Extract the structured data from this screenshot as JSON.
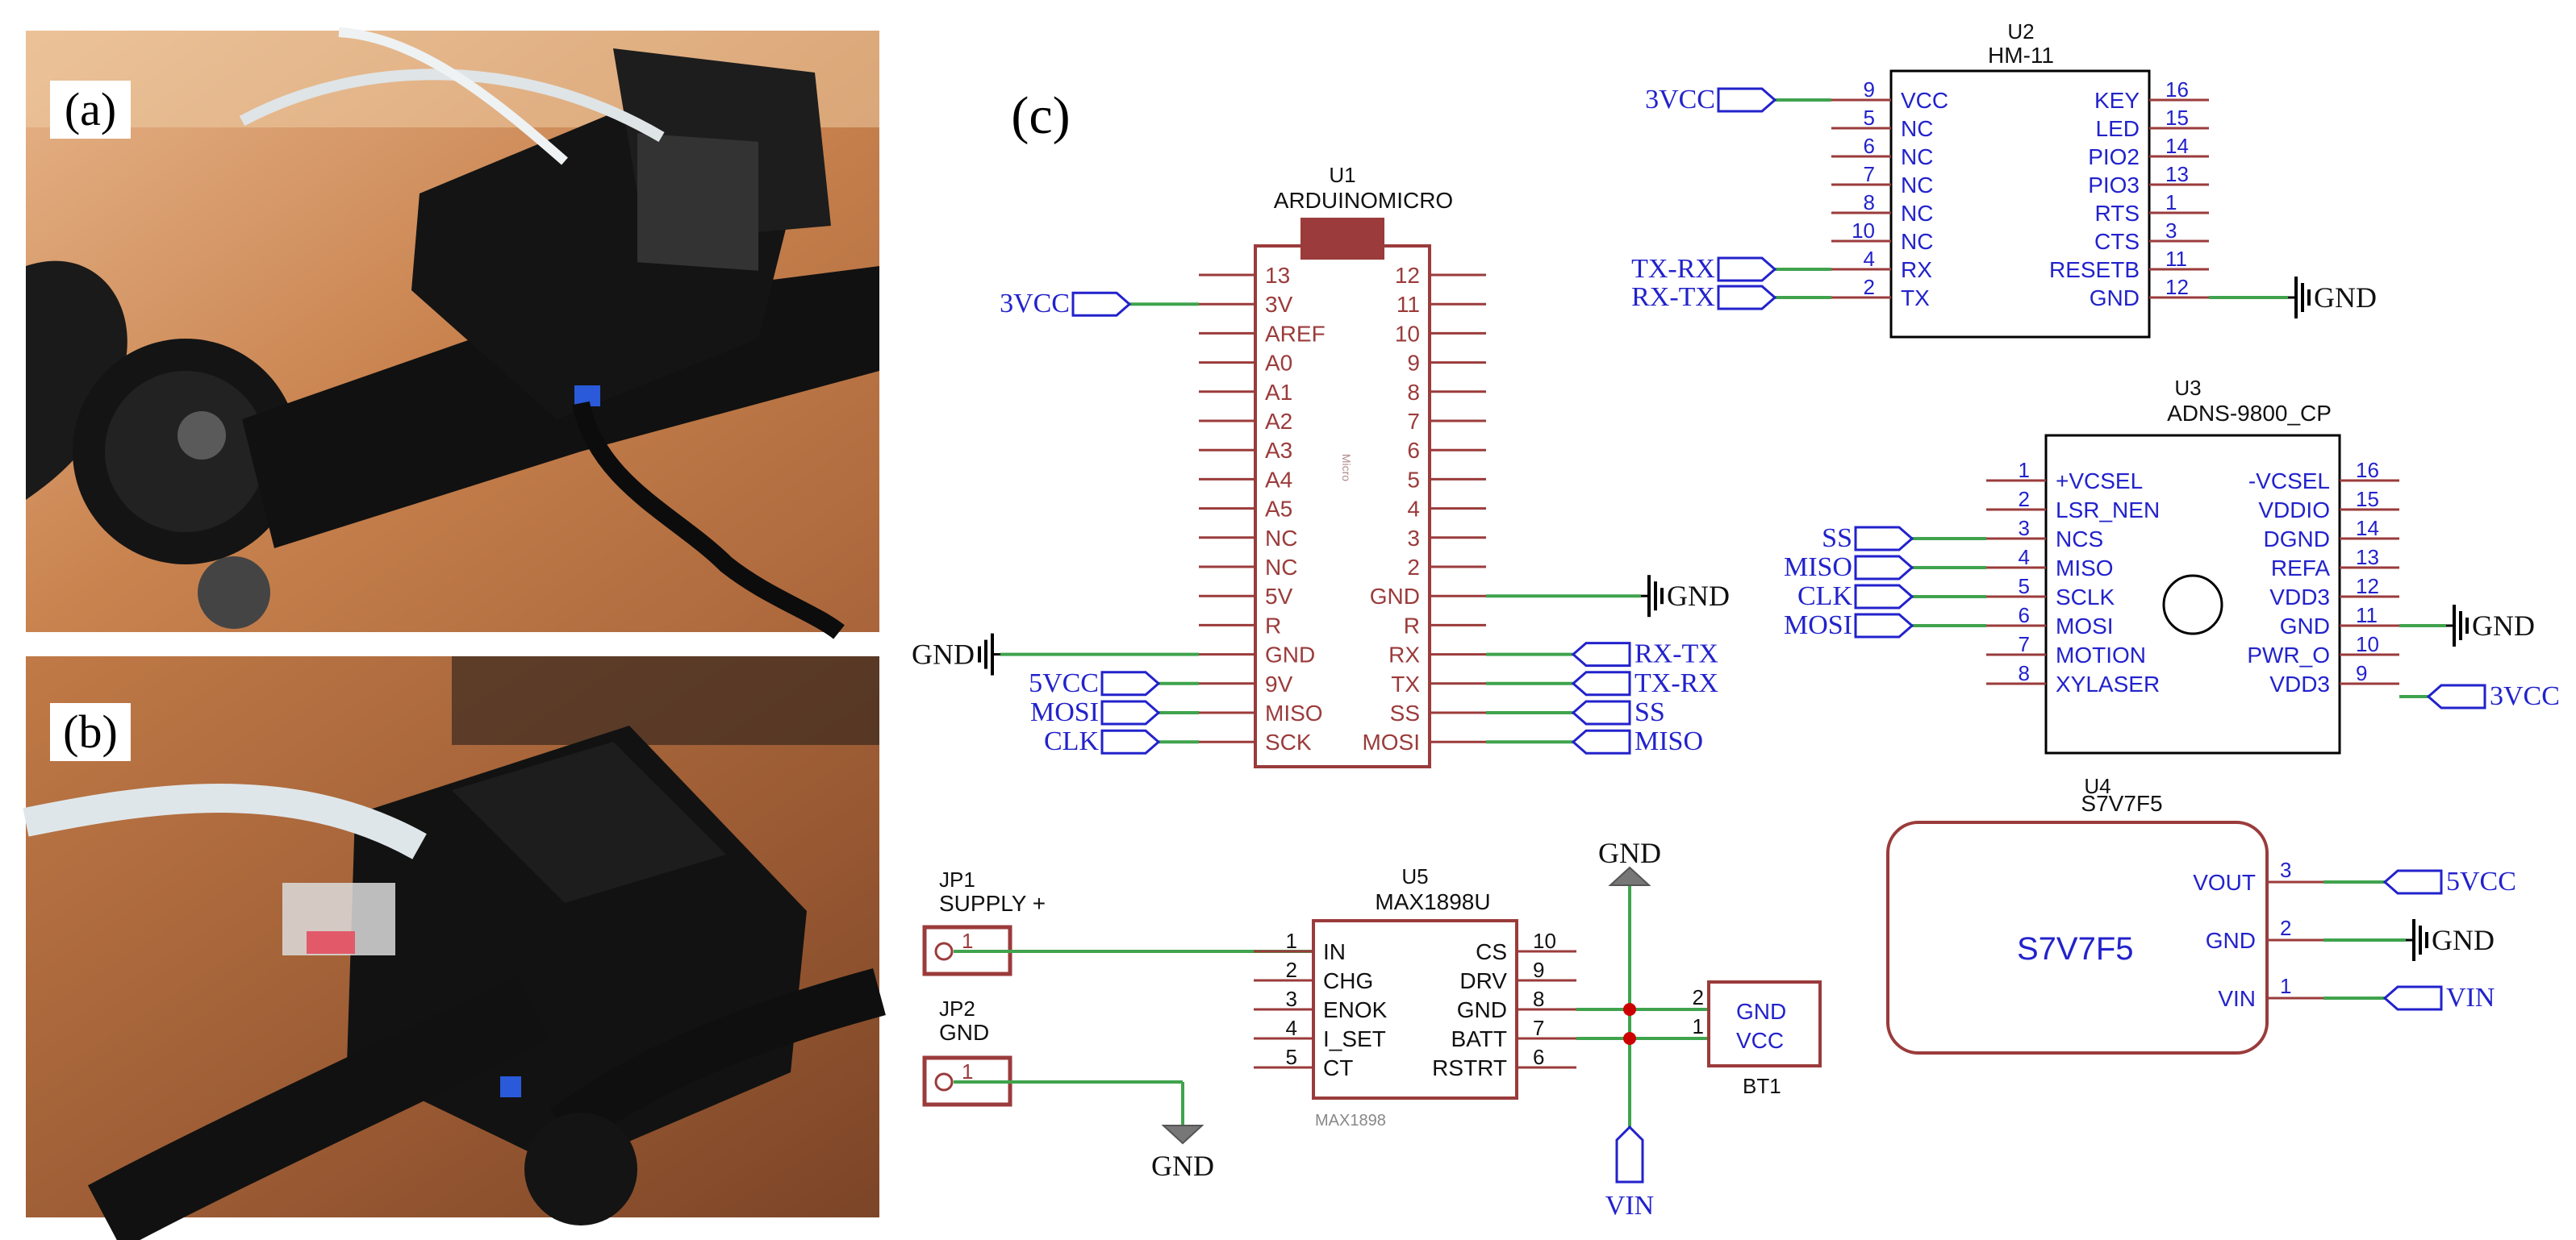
{
  "panels": {
    "a": {
      "label": "(a)"
    },
    "b": {
      "label": "(b)"
    },
    "c": {
      "label": "(c)"
    }
  },
  "colors": {
    "wire": "#3fa34d",
    "body": "#9b3b3b",
    "pin_text": "#2222cc",
    "net_text": "#2222cc",
    "dark_text": "#111111",
    "junction": "#cc0000"
  },
  "u1": {
    "ref": "U1",
    "value": "ARDUINOMICRO",
    "watermark": "Micro",
    "left": [
      {
        "num": "13",
        "name": ""
      },
      {
        "num": "3V",
        "name": ""
      },
      {
        "num": "AREF",
        "name": ""
      },
      {
        "num": "A0",
        "name": ""
      },
      {
        "num": "A1",
        "name": ""
      },
      {
        "num": "A2",
        "name": ""
      },
      {
        "num": "A3",
        "name": ""
      },
      {
        "num": "A4",
        "name": ""
      },
      {
        "num": "A5",
        "name": ""
      },
      {
        "num": "NC",
        "name": ""
      },
      {
        "num": "NC",
        "name": ""
      },
      {
        "num": "5V",
        "name": ""
      },
      {
        "num": "R",
        "name": ""
      },
      {
        "num": "GND",
        "name": ""
      },
      {
        "num": "9V",
        "name": ""
      },
      {
        "num": "MISO",
        "name": ""
      },
      {
        "num": "SCK",
        "name": ""
      }
    ],
    "right": [
      "12",
      "11",
      "10",
      "9",
      "8",
      "7",
      "6",
      "5",
      "4",
      "3",
      "2",
      "GND",
      "R",
      "RX",
      "TX",
      "SS",
      "MOSI"
    ],
    "nets_left": {
      "3V": "3VCC",
      "GND": "GND",
      "9V": "5VCC",
      "MISO": "MOSI",
      "SCK": "CLK"
    },
    "nets_right": {
      "GND": "GND",
      "RX": "RX-TX",
      "TX": "TX-RX",
      "SS": "SS",
      "MOSI": "MISO"
    }
  },
  "u2": {
    "ref": "U2",
    "value": "HM-11",
    "left": [
      {
        "num": "9",
        "name": "VCC"
      },
      {
        "num": "5",
        "name": "NC"
      },
      {
        "num": "6",
        "name": "NC"
      },
      {
        "num": "7",
        "name": "NC"
      },
      {
        "num": "8",
        "name": "NC"
      },
      {
        "num": "10",
        "name": "NC"
      },
      {
        "num": "4",
        "name": "RX"
      },
      {
        "num": "2",
        "name": "TX"
      }
    ],
    "right": [
      {
        "num": "16",
        "name": "KEY"
      },
      {
        "num": "15",
        "name": "LED"
      },
      {
        "num": "14",
        "name": "PIO2"
      },
      {
        "num": "13",
        "name": "PIO3"
      },
      {
        "num": "1",
        "name": "RTS"
      },
      {
        "num": "3",
        "name": "CTS"
      },
      {
        "num": "11",
        "name": "RESETB"
      },
      {
        "num": "12",
        "name": "GND"
      }
    ],
    "nets": {
      "vcc": "3VCC",
      "rx": "TX-RX",
      "tx": "RX-TX",
      "gnd": "GND"
    }
  },
  "u3": {
    "ref": "U3",
    "value": "ADNS-9800_CP",
    "left": [
      {
        "num": "1",
        "name": "+VCSEL"
      },
      {
        "num": "2",
        "name": "LSR_NEN"
      },
      {
        "num": "3",
        "name": "NCS"
      },
      {
        "num": "4",
        "name": "MISO"
      },
      {
        "num": "5",
        "name": "SCLK"
      },
      {
        "num": "6",
        "name": "MOSI"
      },
      {
        "num": "7",
        "name": "MOTION"
      },
      {
        "num": "8",
        "name": "XYLASER"
      }
    ],
    "right": [
      {
        "num": "16",
        "name": "-VCSEL"
      },
      {
        "num": "15",
        "name": "VDDIO"
      },
      {
        "num": "14",
        "name": "DGND"
      },
      {
        "num": "13",
        "name": "REFA"
      },
      {
        "num": "12",
        "name": "VDD3"
      },
      {
        "num": "11",
        "name": "GND"
      },
      {
        "num": "10",
        "name": "PWR_O"
      },
      {
        "num": "9",
        "name": "VDD3"
      }
    ],
    "nets": {
      "ncs": "SS",
      "miso": "MISO",
      "sclk": "CLK",
      "mosi": "MOSI",
      "gnd": "GND",
      "vdd3": "3VCC"
    }
  },
  "u4": {
    "ref": "U4",
    "value": "S7V7F5",
    "body_text": "S7V7F5",
    "pins": [
      {
        "num": "3",
        "name": "VOUT",
        "net": "5VCC"
      },
      {
        "num": "2",
        "name": "GND",
        "net": "GND"
      },
      {
        "num": "1",
        "name": "VIN",
        "net": "VIN"
      }
    ]
  },
  "u5": {
    "ref": "U5",
    "value": "MAX1898U",
    "footprint": "MAX1898",
    "left": [
      {
        "num": "1",
        "name": "IN"
      },
      {
        "num": "2",
        "name": "CHG"
      },
      {
        "num": "3",
        "name": "ENOK"
      },
      {
        "num": "4",
        "name": "I_SET"
      },
      {
        "num": "5",
        "name": "CT"
      }
    ],
    "right": [
      {
        "num": "10",
        "name": "CS"
      },
      {
        "num": "9",
        "name": "DRV"
      },
      {
        "num": "8",
        "name": "GND"
      },
      {
        "num": "7",
        "name": "BATT"
      },
      {
        "num": "6",
        "name": "RSTRT"
      }
    ],
    "nets": {
      "top": "GND",
      "bottom": "VIN"
    }
  },
  "jp1": {
    "ref": "JP1",
    "value": "SUPPLY +",
    "pin": "1"
  },
  "jp2": {
    "ref": "JP2",
    "value": "GND",
    "pin": "1",
    "net": "GND"
  },
  "bt1": {
    "ref": "BT1",
    "pins": [
      {
        "num": "2",
        "name": "GND"
      },
      {
        "num": "1",
        "name": "VCC"
      }
    ]
  }
}
